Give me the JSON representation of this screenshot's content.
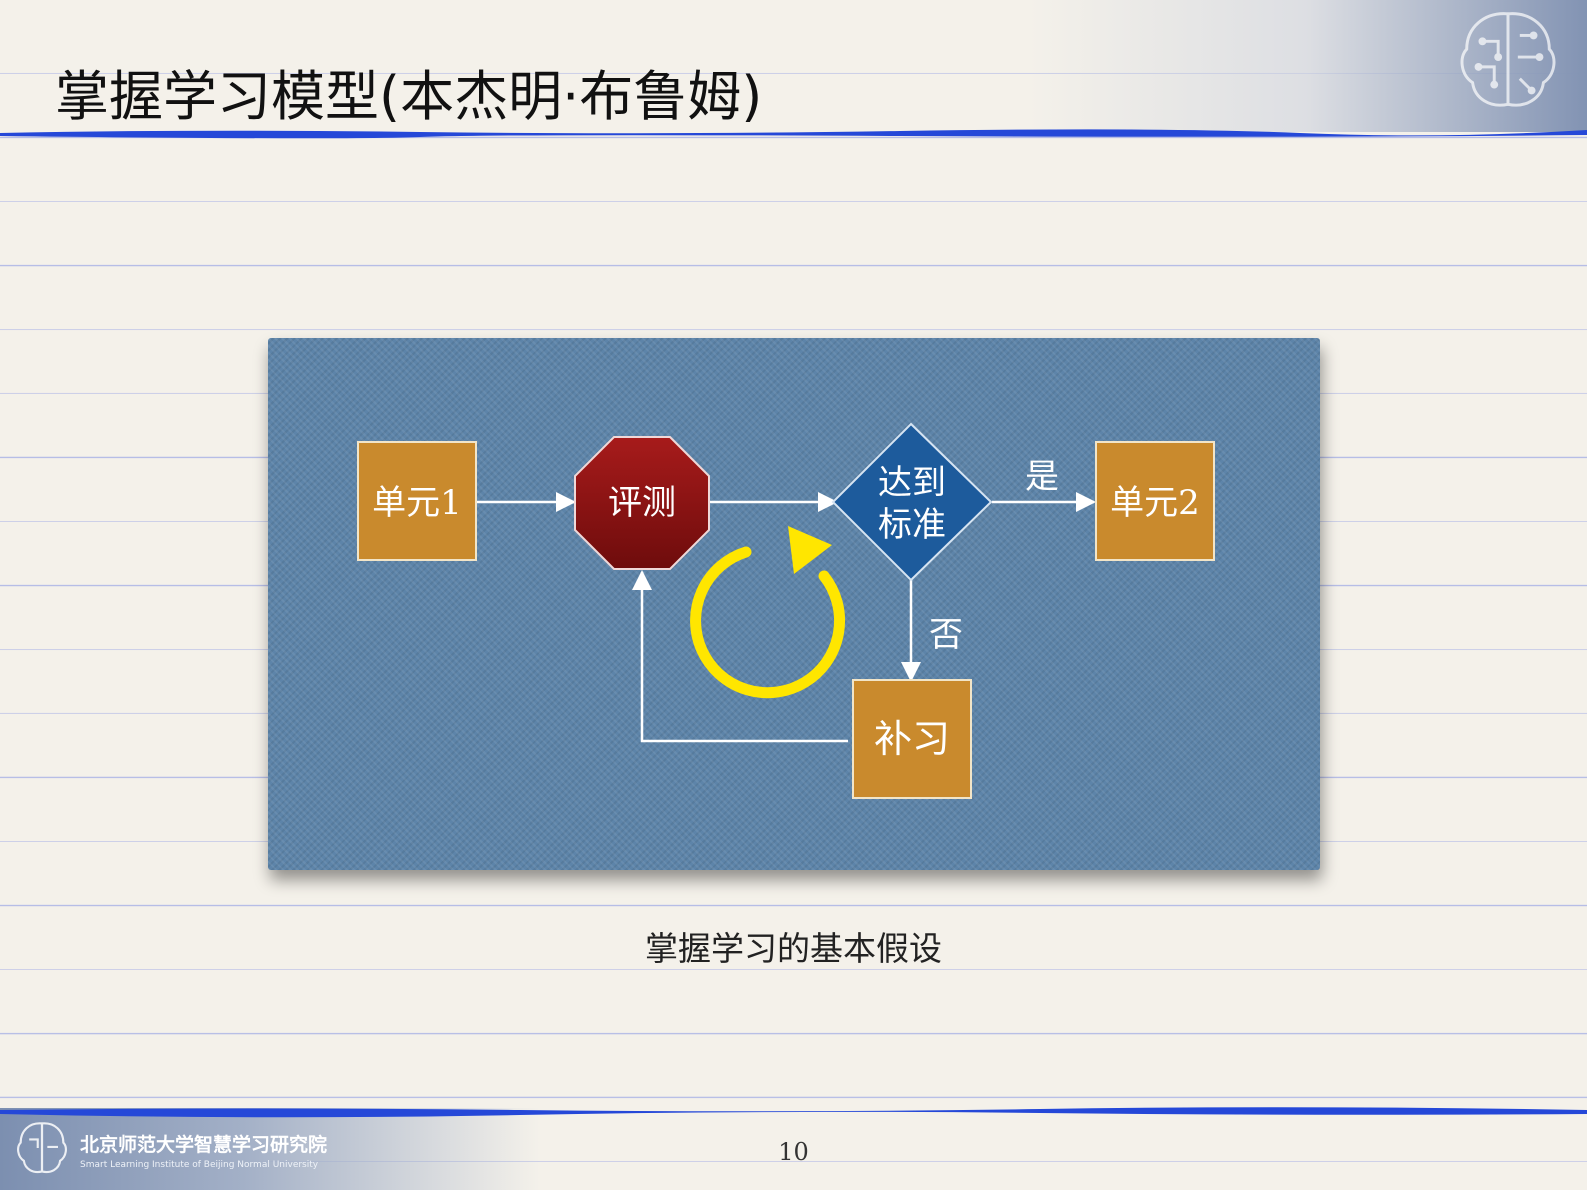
{
  "slide": {
    "title": "掌握学习模型(本杰明·布鲁姆)",
    "caption": "掌握学习的基本假设",
    "page_number": "10"
  },
  "footer": {
    "org_name": "北京师范大学智慧学习研究院",
    "org_name_en": "Smart Learning Institute of Beijing Normal University"
  },
  "diagram": {
    "nodes": {
      "unit1": "单元1",
      "assess": "评测",
      "standard_line1": "达到",
      "standard_line2": "标准",
      "unit2": "单元2",
      "remedial": "补习"
    },
    "edges": {
      "yes": "是",
      "no": "否"
    }
  },
  "colors": {
    "panel": "#5d84a9",
    "unit_box": "#c98a2d",
    "assess_octagon": "#8a1414",
    "decision_diamond": "#1d5b9c",
    "cycle_arrow": "#ffe600",
    "accent_line": "#2548d8"
  },
  "icons": [
    "brain-circuit-icon",
    "cycle-arrow-icon"
  ]
}
